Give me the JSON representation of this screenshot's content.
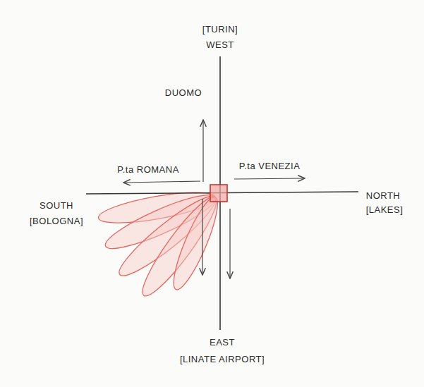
{
  "diagram": {
    "labels": [
      "[TURIN]",
      "WEST",
      "DUOMO",
      "P.ta ROMANA",
      "P.ta VENEZIA",
      "SOUTH",
      "[BOLOGNA]",
      "NORTH",
      "[LAKES]",
      "EAST",
      "[LINATE AIRPORT]"
    ]
  }
}
